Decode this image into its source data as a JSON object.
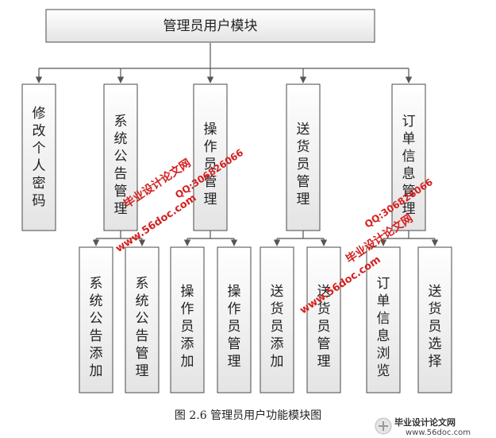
{
  "root": {
    "label": "管理员用户模块"
  },
  "level1": [
    {
      "id": "m1",
      "label": "修改个人密码"
    },
    {
      "id": "m2",
      "label": "系统公告管理"
    },
    {
      "id": "m3",
      "label": "操作员管理"
    },
    {
      "id": "m4",
      "label": "送货员管理"
    },
    {
      "id": "m5",
      "label": "订单信息管理"
    }
  ],
  "level2": [
    {
      "id": "s1",
      "parent": "m2",
      "label": "系统公告添加"
    },
    {
      "id": "s2",
      "parent": "m2",
      "label": "系统公告管理"
    },
    {
      "id": "s3",
      "parent": "m3",
      "label": "操作员添加"
    },
    {
      "id": "s4",
      "parent": "m3",
      "label": "操作员管理"
    },
    {
      "id": "s5",
      "parent": "m4",
      "label": "送货员添加"
    },
    {
      "id": "s6",
      "parent": "m4",
      "label": "送货员管理"
    },
    {
      "id": "s7",
      "parent": "m5",
      "label": "订单信息浏览"
    },
    {
      "id": "s8",
      "parent": "m5",
      "label": "送货员选择"
    }
  ],
  "caption": "图 2.6 管理员用户功能模块图",
  "watermarks": {
    "site_title": "毕业设计论文网",
    "url": "www.56doc.com",
    "qq": "QQ:306826066"
  },
  "colors": {
    "box_fill_top": "#ffffff",
    "box_fill_bottom": "#e4e4e4",
    "watermark_red": "#d42020"
  }
}
